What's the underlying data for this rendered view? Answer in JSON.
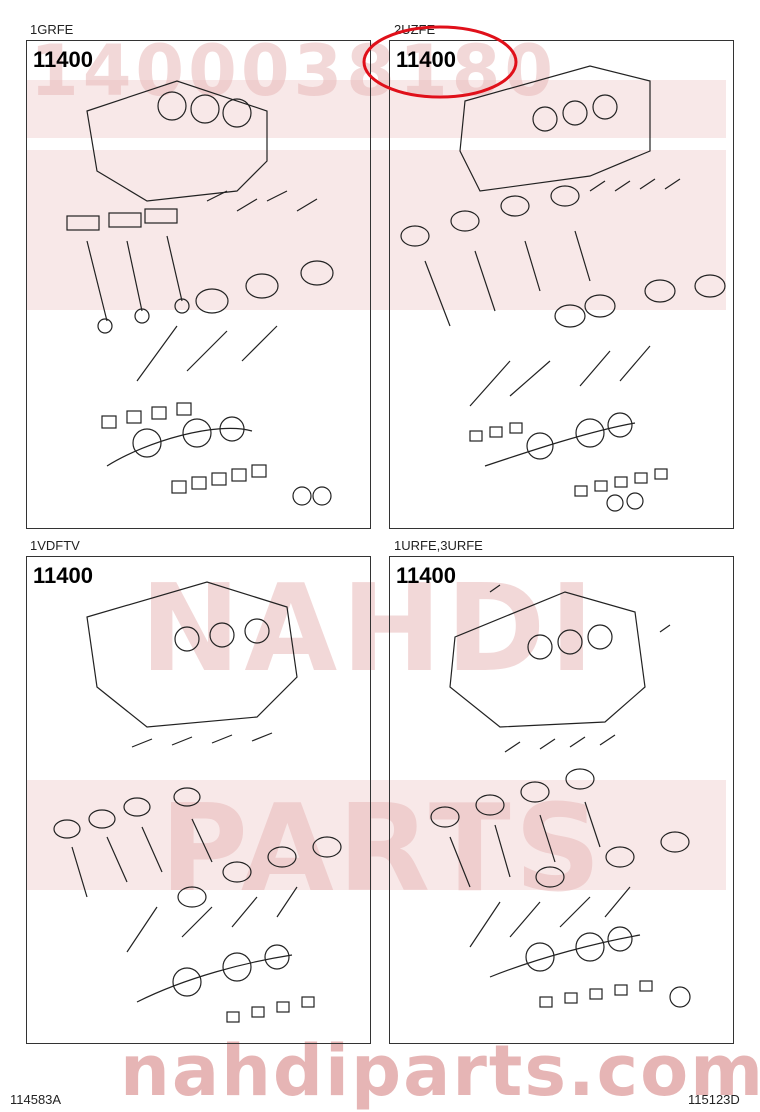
{
  "watermark": {
    "top_text": "1400038180",
    "middle_text": "NAHDI",
    "lower_text": "PARTS",
    "bottom_text": "nahdiparts.com"
  },
  "panels": [
    {
      "engine": "1GRFE",
      "part_number": "11400"
    },
    {
      "engine": "2UZFE",
      "part_number": "11400"
    },
    {
      "engine": "1VDFTV",
      "part_number": "11400"
    },
    {
      "engine": "1URFE,3URFE",
      "part_number": "11400"
    }
  ],
  "footer": {
    "left_code": "114583A",
    "right_code": "115123D"
  },
  "colors": {
    "highlight_ring": "#e0101a",
    "watermark": "#e2a9a9",
    "line": "#222222"
  }
}
